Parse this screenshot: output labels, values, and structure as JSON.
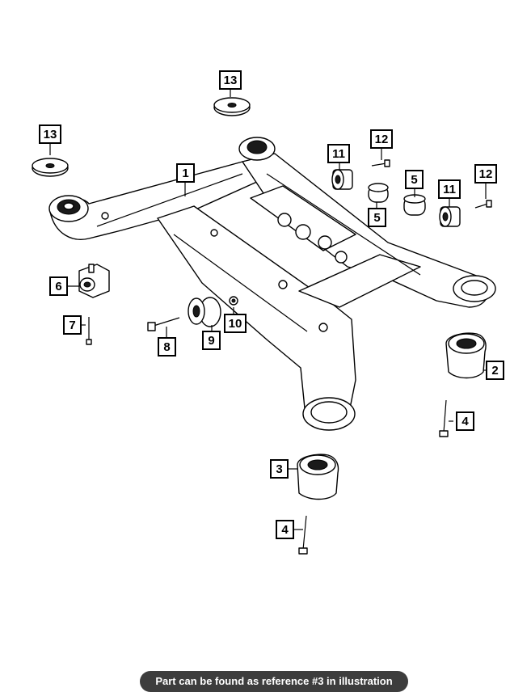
{
  "caption": {
    "text": "Part can be found as reference #3 in illustration",
    "background": "#3d3d3d",
    "color": "#ffffff"
  },
  "callouts": {
    "c1": "1",
    "c2": "2",
    "c3": "3",
    "c4a": "4",
    "c4b": "4",
    "c5a": "5",
    "c5b": "5",
    "c6": "6",
    "c7": "7",
    "c8": "8",
    "c9": "9",
    "c10": "10",
    "c11a": "11",
    "c11b": "11",
    "c12a": "12",
    "c12b": "12",
    "c13a": "13",
    "c13b": "13"
  }
}
